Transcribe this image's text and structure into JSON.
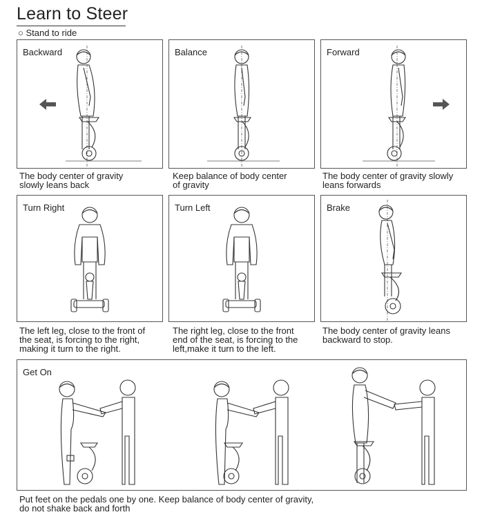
{
  "header": {
    "title": "Learn to Steer",
    "subtitle": "○ Stand to ride"
  },
  "panels": [
    {
      "label": "Backward",
      "caption": [
        "The body center of gravity",
        "slowly leans back"
      ]
    },
    {
      "label": "Balance",
      "caption": [
        "Keep balance of body center",
        "of gravity"
      ]
    },
    {
      "label": "Forward",
      "caption": [
        "The body center of gravity slowly",
        "leans forwards"
      ]
    },
    {
      "label": "Turn Right",
      "caption": [
        "The left leg, close to the front of",
        "the seat, is forcing to the right,",
        "making it turn to the right."
      ]
    },
    {
      "label": "Turn Left",
      "caption": [
        "The right leg, close to the front",
        "end of the seat, is forcing to the",
        "left,make it turn to the left."
      ]
    },
    {
      "label": "Brake",
      "caption": [
        "The body center of gravity leans",
        "backward to stop."
      ]
    }
  ],
  "get_on": {
    "label": "Get On",
    "caption": [
      "Put feet on the pedals one by one. Keep balance of body center of gravity,",
      "do not shake back and forth"
    ]
  },
  "icons": [
    "arrow-left-icon",
    "arrow-right-icon"
  ]
}
